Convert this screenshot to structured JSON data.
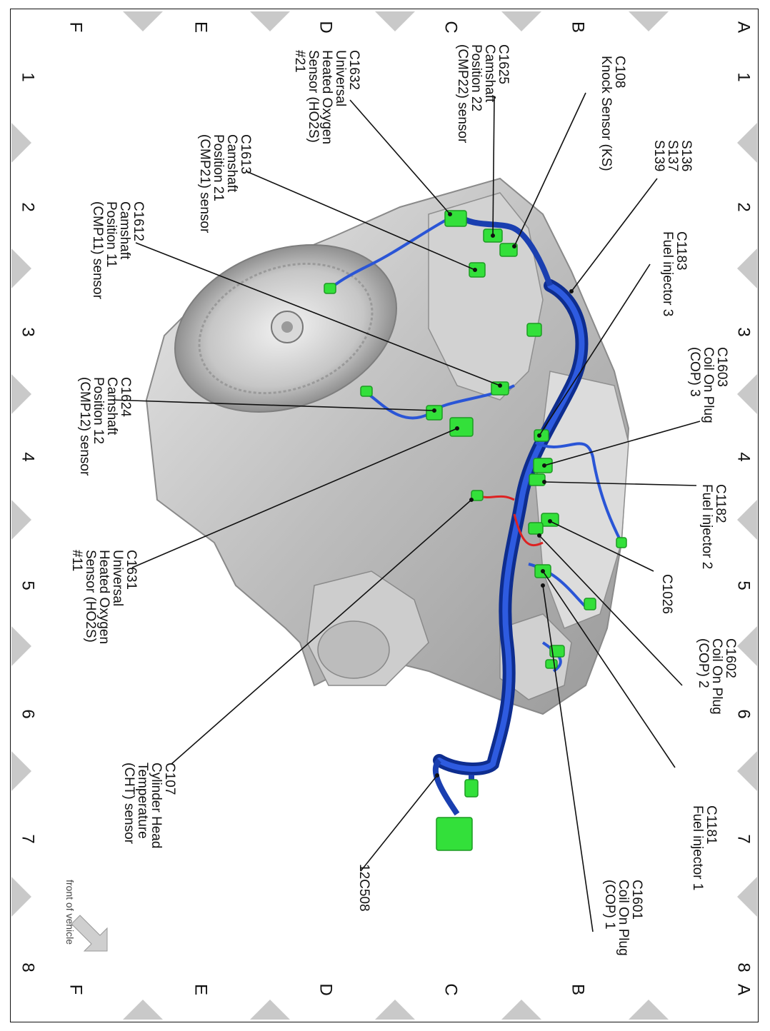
{
  "grid": {
    "rows": [
      "A",
      "B",
      "C",
      "D",
      "E",
      "F"
    ],
    "cols": [
      "1",
      "2",
      "3",
      "4",
      "5",
      "6",
      "7",
      "8"
    ]
  },
  "labels": {
    "s136": [
      "S136",
      "S137",
      "S139"
    ],
    "c108": [
      "C108",
      "Knock Sensor (KS)"
    ],
    "c1625": [
      "C1625",
      "Camshaft",
      "Position 22",
      "(CMP22) sensor"
    ],
    "c1632": [
      "C1632",
      "Universal",
      "Heated Oxygen",
      "Sensor (HO2S)",
      "#21"
    ],
    "c1613": [
      "C1613",
      "Camshaft",
      "Position 21",
      "(CMP21) sensor"
    ],
    "c1612": [
      "C1612",
      "Camshaft",
      "Position 11",
      "(CMP11) sensor"
    ],
    "c1183": [
      "C1183",
      "Fuel injector 3"
    ],
    "c1603": [
      "C1603",
      "Coil On Plug",
      "(COP) 3"
    ],
    "c1624": [
      "C1624",
      "Camshaft",
      "Position 12",
      "(CMP12) sensor"
    ],
    "c1182": [
      "C1182",
      "Fuel injector 2"
    ],
    "c1026": [
      "C1026"
    ],
    "c1631": [
      "C1631",
      "Universal",
      "Heated Oxygen",
      "Sensor (HO2S)",
      "#11"
    ],
    "c1602": [
      "C1602",
      "Coil On Plug",
      "(COP) 2"
    ],
    "c107": [
      "C107",
      "Cylinder Head",
      "Temperature",
      "(CHT) sensor"
    ],
    "c1181": [
      "C1181",
      "Fuel injector 1"
    ],
    "c12c508": [
      "12C508"
    ],
    "c1601": [
      "C1601",
      "Coil On Plug",
      "(COP) 1"
    ],
    "front": [
      "front of vehicle"
    ]
  },
  "colors": {
    "harness": "#1a3fb0",
    "connector": "#33e03a",
    "engine": "#c8c8c8",
    "marker": "#c9c9c9"
  }
}
